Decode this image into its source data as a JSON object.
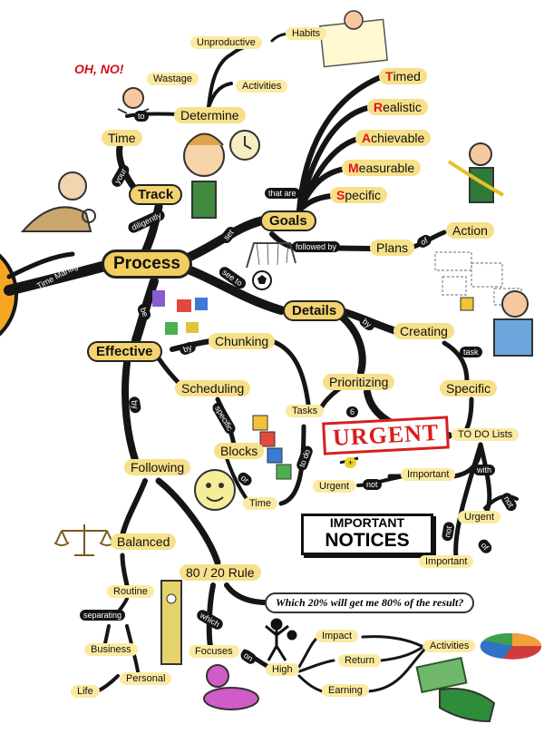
{
  "palette": {
    "branch": "#151515",
    "node_fill": "#f7e08a",
    "accent_red": "#e2151b"
  },
  "nodes": {
    "time_management": "Time Management",
    "process": "Process",
    "track": "Track",
    "time": "Time",
    "determine": "Determine",
    "wastage": "Wastage",
    "activities_top": "Activities",
    "unproductive": "Unproductive",
    "habits": "Habits",
    "goals": "Goals",
    "timed": {
      "initial": "T",
      "rest": "imed"
    },
    "realistic": {
      "initial": "R",
      "rest": "ealistic"
    },
    "achievable": {
      "initial": "A",
      "rest": "chievable"
    },
    "measurable": {
      "initial": "M",
      "rest": "easurable"
    },
    "specific_goal": {
      "initial": "S",
      "rest": "pecific"
    },
    "plans": "Plans",
    "action": "Action",
    "details": "Details",
    "creating": "Creating",
    "specific_task": "Specific",
    "prioritizing": "Prioritizing",
    "tasks": "Tasks",
    "todo_lists": "TO DO Lists",
    "important_mid": "Important",
    "urgent_mid": "Urgent",
    "urgent_right": "Urgent",
    "important_right": "Important",
    "effective": "Effective",
    "chunking": "Chunking",
    "scheduling": "Scheduling",
    "blocks": "Blocks",
    "time_bottom": "Time",
    "following": "Following",
    "balanced": "Balanced",
    "routine": "Routine",
    "business": "Business",
    "personal": "Personal",
    "life": "Life",
    "rule": "80 / 20 Rule",
    "focuses": "Focuses",
    "high": "High",
    "impact": "Impact",
    "return": "Return",
    "earning": "Earning",
    "activities_bottom": "Activities"
  },
  "connectors": {
    "your": "your",
    "diligently": "diligently",
    "to": "to",
    "that_are": "that are",
    "set": "set",
    "followed_by": "followed by",
    "of": "of",
    "see_to": "see to",
    "by_details": "by",
    "task": "task",
    "six": "6",
    "be": "be",
    "by_chunking": "by",
    "by_following": "by",
    "specific": "specific",
    "or": "or",
    "to_do": "to do",
    "with": "with",
    "not_1": "not",
    "not_2": "not",
    "not_3": "not",
    "of_2": "of",
    "plus": "+",
    "separating": "separating",
    "which": "which",
    "on": "on"
  },
  "callouts": {
    "oh_no": "OH, NO!",
    "question": "Which 20% will get me 80%  of the result?",
    "urgent_stamp": "URGENT",
    "notice_line1": "IMPORTANT",
    "notice_line2": "NOTICES"
  }
}
